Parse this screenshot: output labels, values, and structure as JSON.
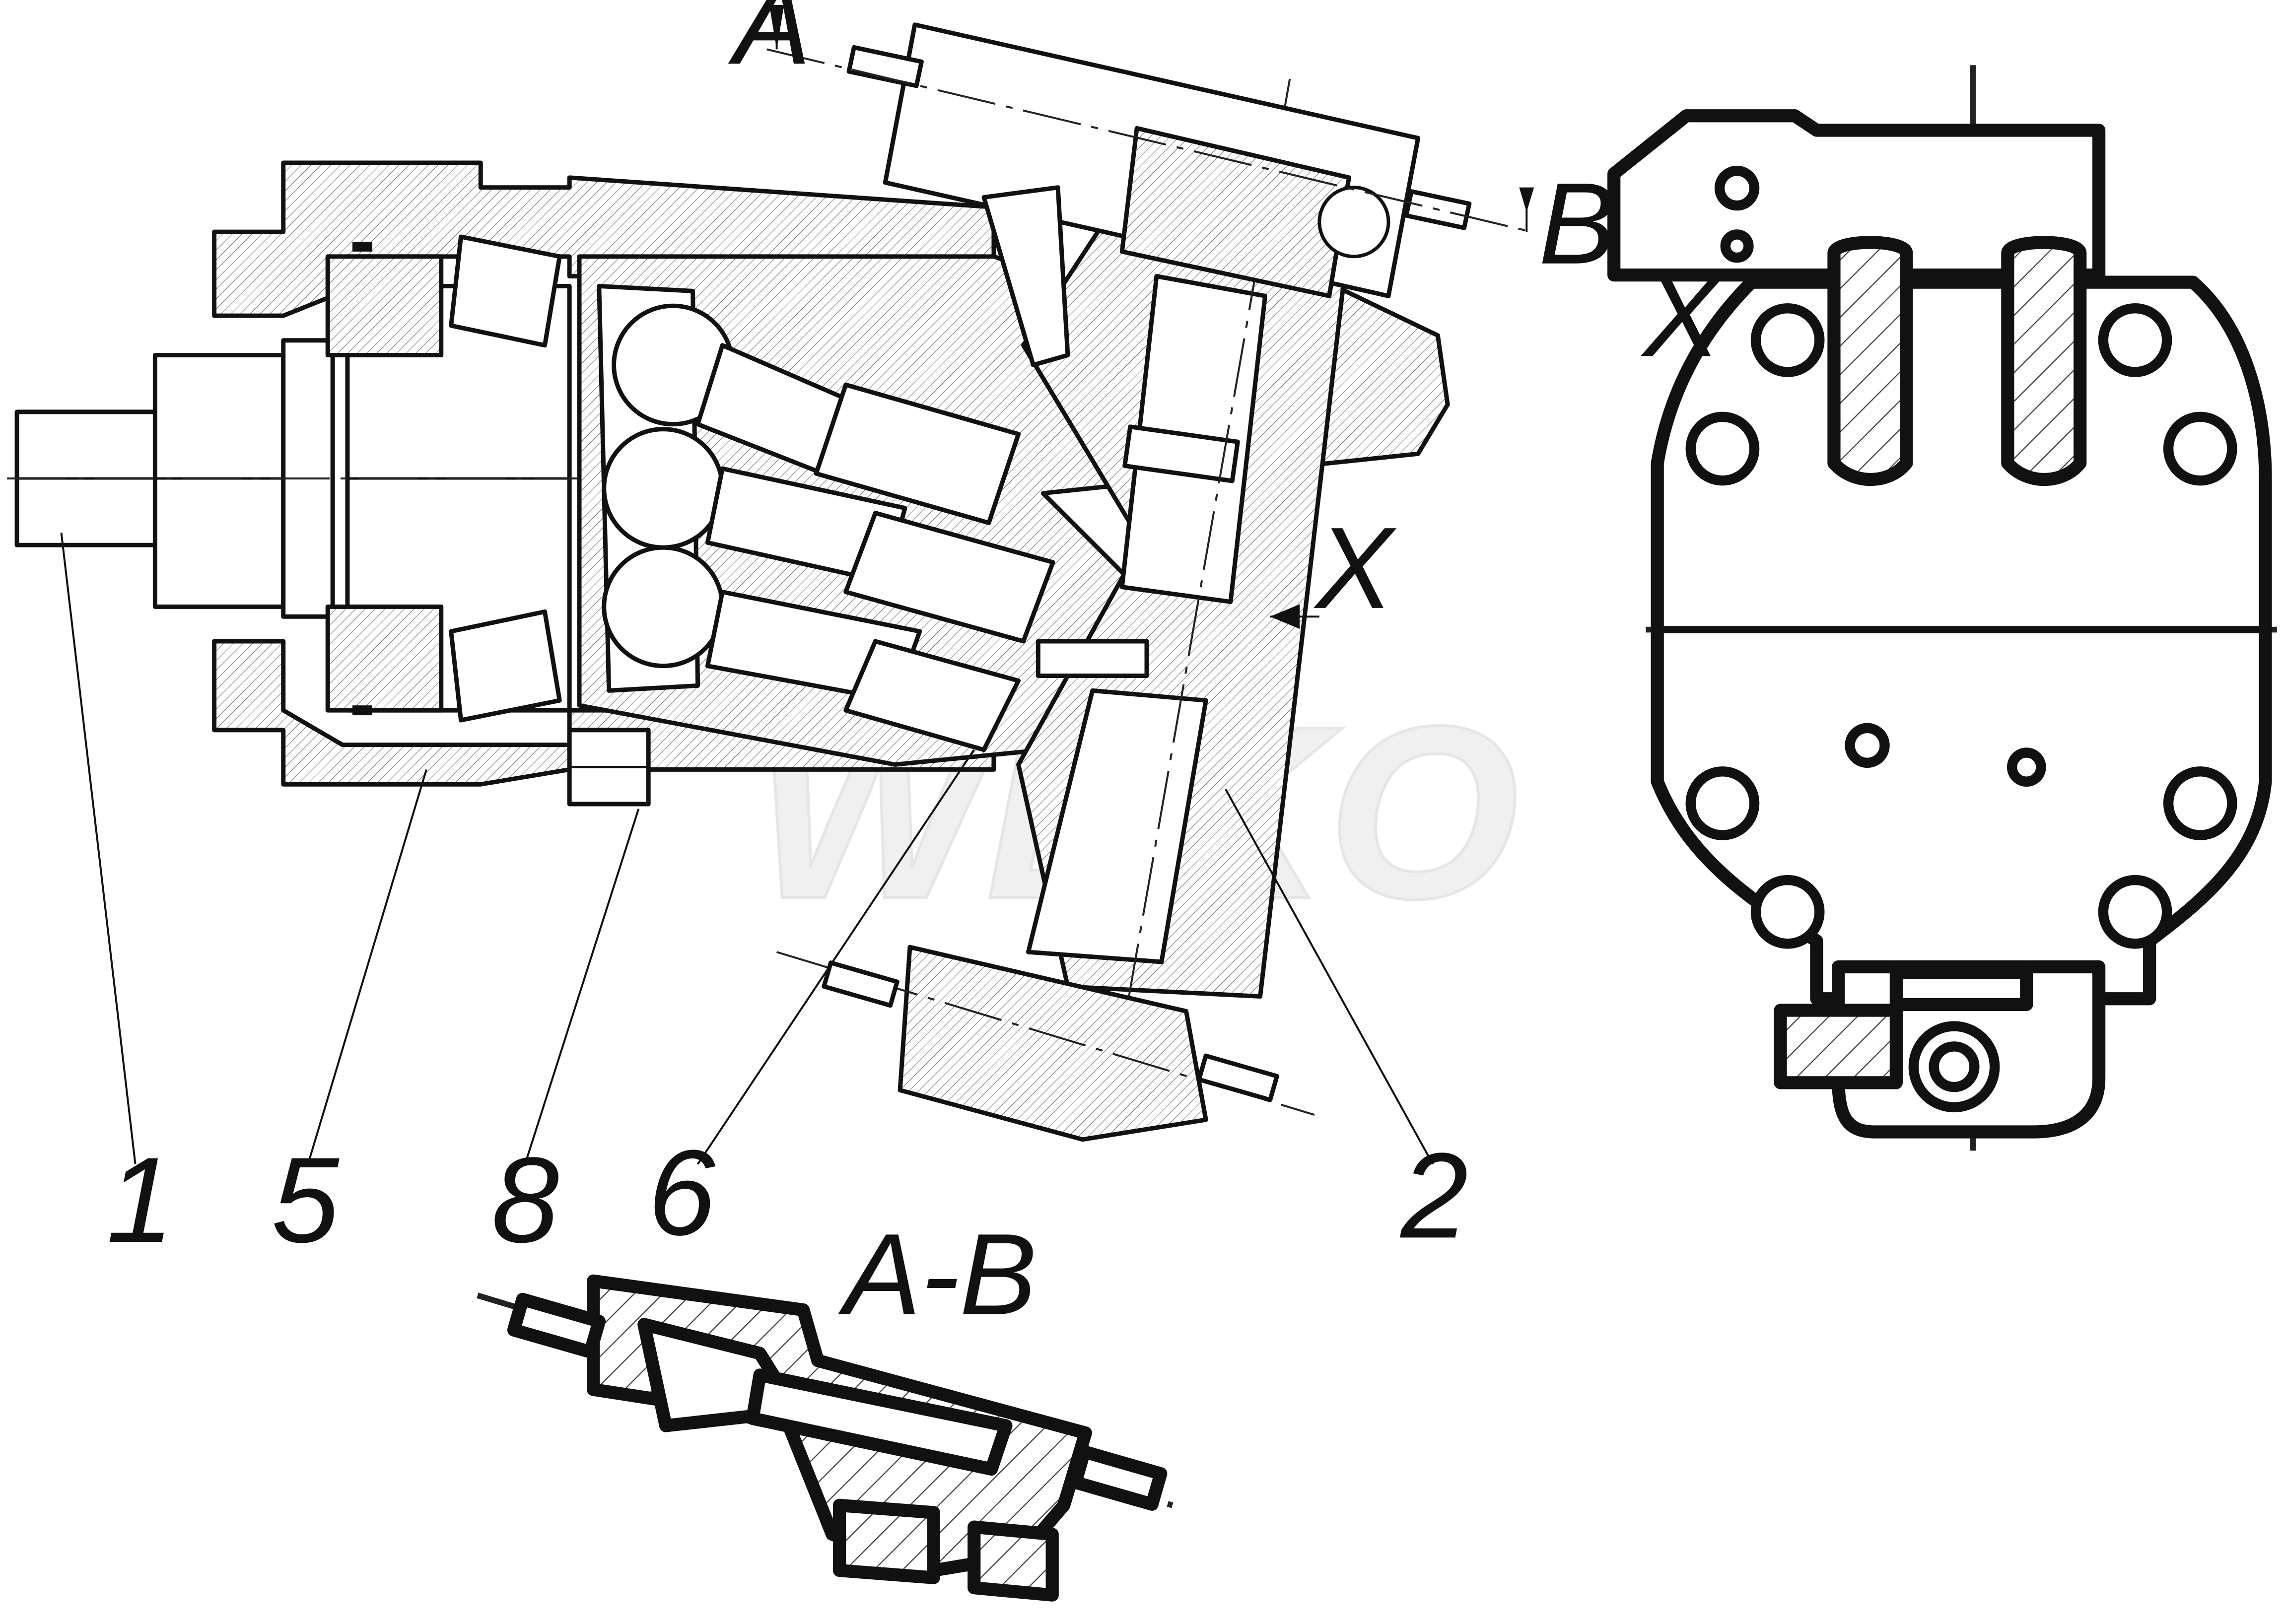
{
  "callouts": {
    "shaft": "1",
    "bearing_housing": "5",
    "port_fitting": "8",
    "control_cylinder": "6",
    "valve_plate_housing": "2"
  },
  "section_marks": {
    "cut_start": "A",
    "cut_end": "B",
    "view_arrow": "X",
    "view_title": "X",
    "section_title": "A-B"
  },
  "watermark": "WEKO",
  "colors": {
    "ink": "#111111",
    "paper": "#ffffff",
    "hatch": "#444444",
    "watermark": "#f0f0f0"
  }
}
